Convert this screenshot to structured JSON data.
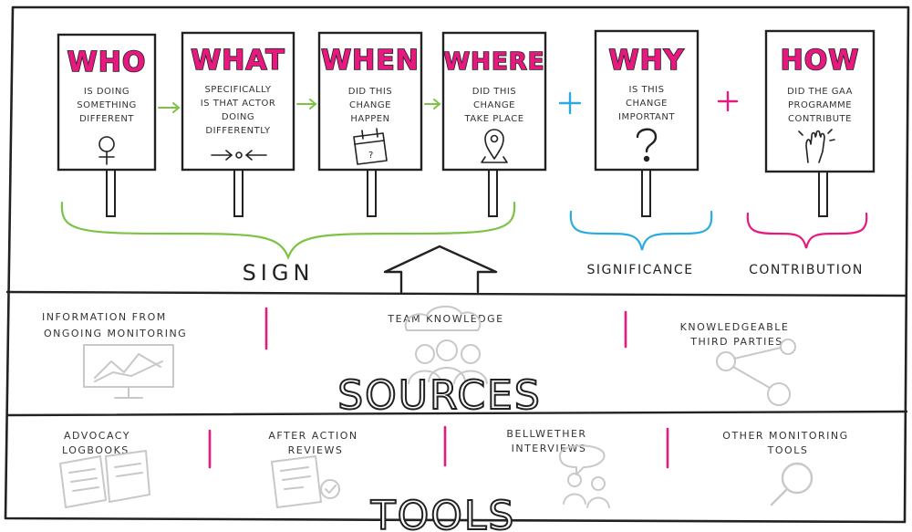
{
  "signs": [
    {
      "title": "WHO",
      "lines": [
        "IS DOING",
        "SOMETHING",
        "DIFFERENT"
      ],
      "icon": "person-icon"
    },
    {
      "title": "WHAT",
      "lines": [
        "SPECIFICALLY",
        "IS THAT ACTOR",
        "DOING",
        "DIFFERENTLY"
      ],
      "icon": "arrows-icon"
    },
    {
      "title": "WHEN",
      "lines": [
        "DID THIS",
        "CHANGE",
        "HAPPEN"
      ],
      "icon": "calendar-icon"
    },
    {
      "title": "WHERE",
      "lines": [
        "DID THIS",
        "CHANGE",
        "TAKE PLACE"
      ],
      "icon": "location-pin-icon"
    },
    {
      "title": "WHY",
      "lines": [
        "IS THIS",
        "CHANGE",
        "IMPORTANT"
      ],
      "icon": "question-mark-icon"
    },
    {
      "title": "HOW",
      "lines": [
        "DID THE GAA",
        "PROGRAMME",
        "CONTRIBUTE"
      ],
      "icon": "hand-icon"
    }
  ],
  "groups": {
    "sign": "SIGN",
    "significance": "SIGNIFICANCE",
    "contribution": "CONTRIBUTION"
  },
  "sources": {
    "title": "SOURCES",
    "items": [
      "INFORMATION FROM ONGOING MONITORING",
      "TEAM KNOWLEDGE",
      "KNOWLEDGEABLE THIRD PARTIES"
    ]
  },
  "tools": {
    "title": "TOOLS",
    "items": [
      "ADVOCACY LOGBOOKS",
      "AFTER ACTION REVIEWS",
      "BELLWETHER INTERVIEWS",
      "OTHER MONITORING TOOLS"
    ]
  },
  "colors": {
    "title": "#e6197f",
    "sign_group": "#7cc243",
    "significance": "#29abe2",
    "contribution": "#e6197f",
    "ink": "#222222",
    "ghost": "#c8c8c8"
  }
}
